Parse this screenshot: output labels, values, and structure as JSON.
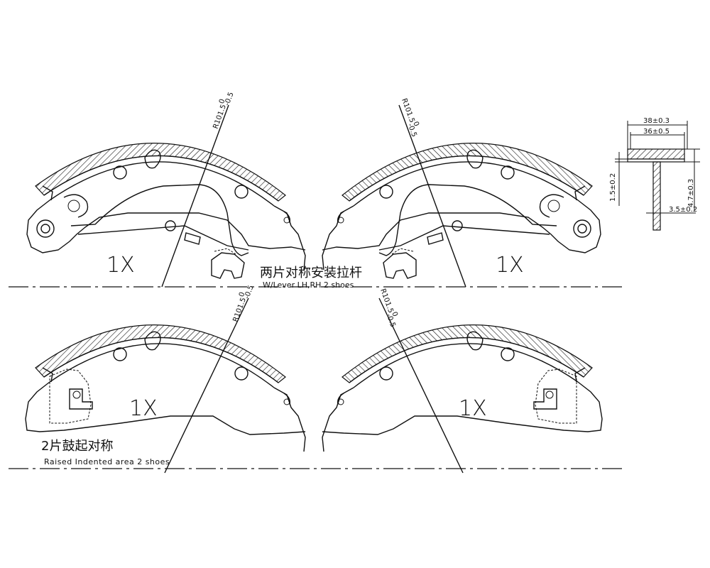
{
  "colors": {
    "ink": "#111111",
    "paper": "#ffffff"
  },
  "radius_label": "R101.5",
  "radius_tol_top": "0",
  "radius_tol_bottom": "-0.5",
  "quantity_label": "1X",
  "labels": {
    "top_cn": "两片对称安装拉杆",
    "top_en": "W/Lever  LH,RH 2 shoes",
    "bottom_cn": "2片鼓起对称",
    "bottom_en": "Raised Indented area 2 shoes"
  },
  "section": {
    "width_outer": "38±0.3",
    "width_inner": "36±0.5",
    "height_left": "1.5±0.2",
    "height_right": "4.7±0.3",
    "web_thickness": "3.5±0.2"
  }
}
